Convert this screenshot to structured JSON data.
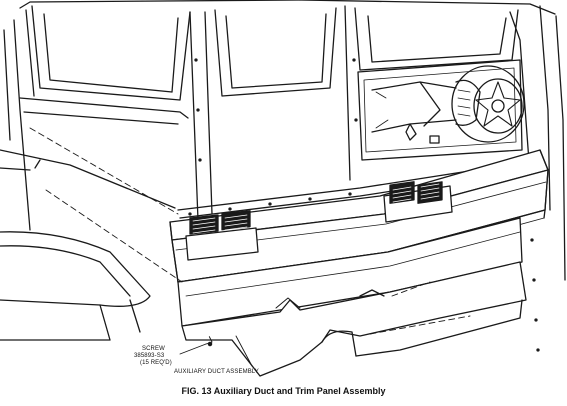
{
  "figure": {
    "caption": "FIG. 13 Auxiliary Duct and Trim Panel Assembly"
  },
  "callouts": {
    "screw_title": "SCREW",
    "screw_part_number": "385893-S3",
    "screw_quantity": "(15 REQ'D)",
    "duct_assembly": "AUXILIARY DUCT ASSEMBLY"
  },
  "colors": {
    "ink": "#1a1a1a",
    "paper": "#ffffff",
    "shade": "#b9b9b9"
  }
}
